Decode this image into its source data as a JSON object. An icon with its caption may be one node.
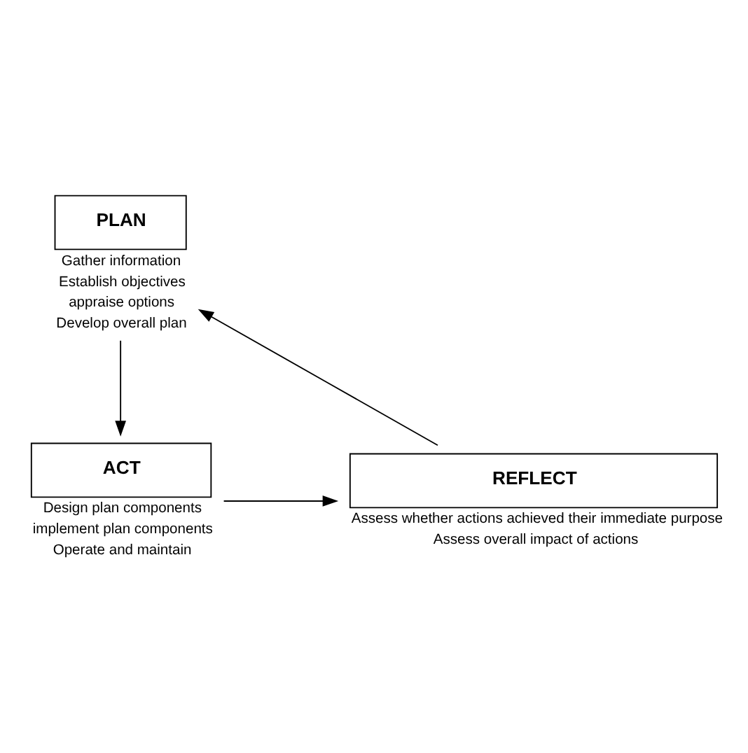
{
  "diagram": {
    "nodes": [
      {
        "text": [
          "PLAN"
        ],
        "beside": [
          "Gather information",
          "Establish objectives",
          "appraise options",
          "Develop overall plan"
        ]
      },
      {
        "text": [
          "ACT"
        ],
        "beside": [
          "Design plan components",
          "implement plan components",
          "Operate and maintain"
        ]
      },
      {
        "text": [
          "REFLECT"
        ],
        "beside": [
          "Assess whether actions achieved their immediate purpose",
          "Assess overall impact of actions"
        ]
      }
    ],
    "edges": [
      {
        "from": 0,
        "to": 1,
        "arrow": "to"
      },
      {
        "from": 1,
        "to": 2,
        "arrow": "to"
      },
      {
        "from": 2,
        "to": 0,
        "arrow": "to"
      }
    ]
  }
}
